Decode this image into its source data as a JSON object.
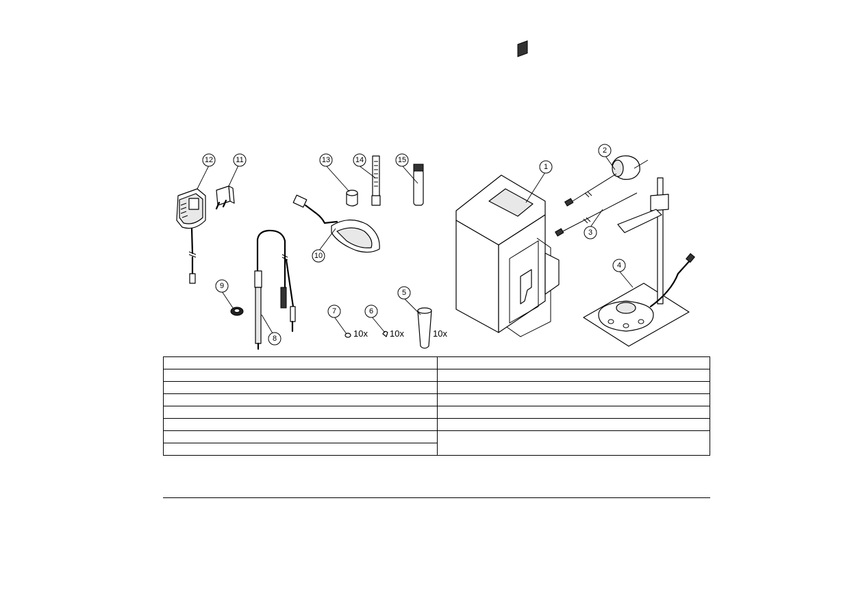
{
  "callouts": [
    "1",
    "2",
    "3",
    "4",
    "5",
    "6",
    "7",
    "8",
    "9",
    "10",
    "11",
    "12",
    "13",
    "14",
    "15"
  ],
  "quantities": {
    "item_7": "10x",
    "item_6": "10x",
    "item_5": "10x"
  }
}
